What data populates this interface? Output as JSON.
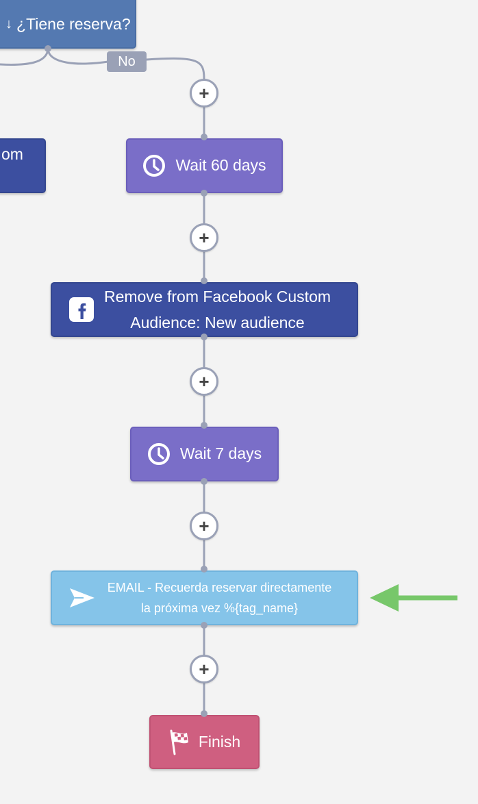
{
  "nodes": {
    "condition": {
      "label": "¿Tiene reserva?"
    },
    "partial_left": {
      "label": "om"
    },
    "wait_60": {
      "label": "Wait 60 days",
      "icon": "clock-icon"
    },
    "remove_fb": {
      "line1": "Remove from Facebook Custom",
      "line2": "Audience: New audience",
      "icon": "facebook-icon"
    },
    "wait_7": {
      "label": "Wait 7 days",
      "icon": "clock-icon"
    },
    "email": {
      "line1": "EMAIL - Recuerda reservar directamente",
      "line2": "la próxima vez %{tag_name}",
      "icon": "send-icon"
    },
    "finish": {
      "label": "Finish",
      "icon": "checkered-flag-icon"
    }
  },
  "branch": {
    "no_label": "No"
  },
  "add_step": {
    "symbol": "+"
  },
  "colors": {
    "wait": "#7a6ec8",
    "facebook": "#3c4fa0",
    "condition": "#5479b1",
    "email": "#85c4e9",
    "finish": "#cf5f80",
    "connector": "#9aa1b6",
    "arrow": "#77c76a"
  }
}
